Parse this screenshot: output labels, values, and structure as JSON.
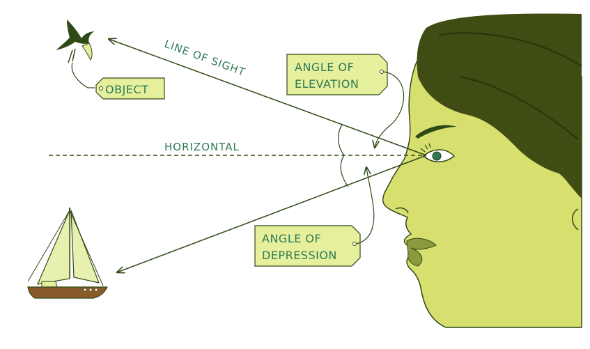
{
  "labels": {
    "object": "OBJECT",
    "line_of_sight": "LINE OF SIGHT",
    "horizontal": "HORIZONTAL",
    "elevation_line1": "ANGLE OF",
    "elevation_line2": "ELEVATION",
    "depression_line1": "ANGLE OF",
    "depression_line2": "DEPRESSION"
  },
  "colors": {
    "label_text": "#2f7a55",
    "tag_fill": "#e5ef9c",
    "line": "#2f4a17",
    "skin": "#d7df6e",
    "hair": "#3f4c14",
    "lips": "#8c9a3f",
    "boat_hull": "#8a5a2b"
  }
}
